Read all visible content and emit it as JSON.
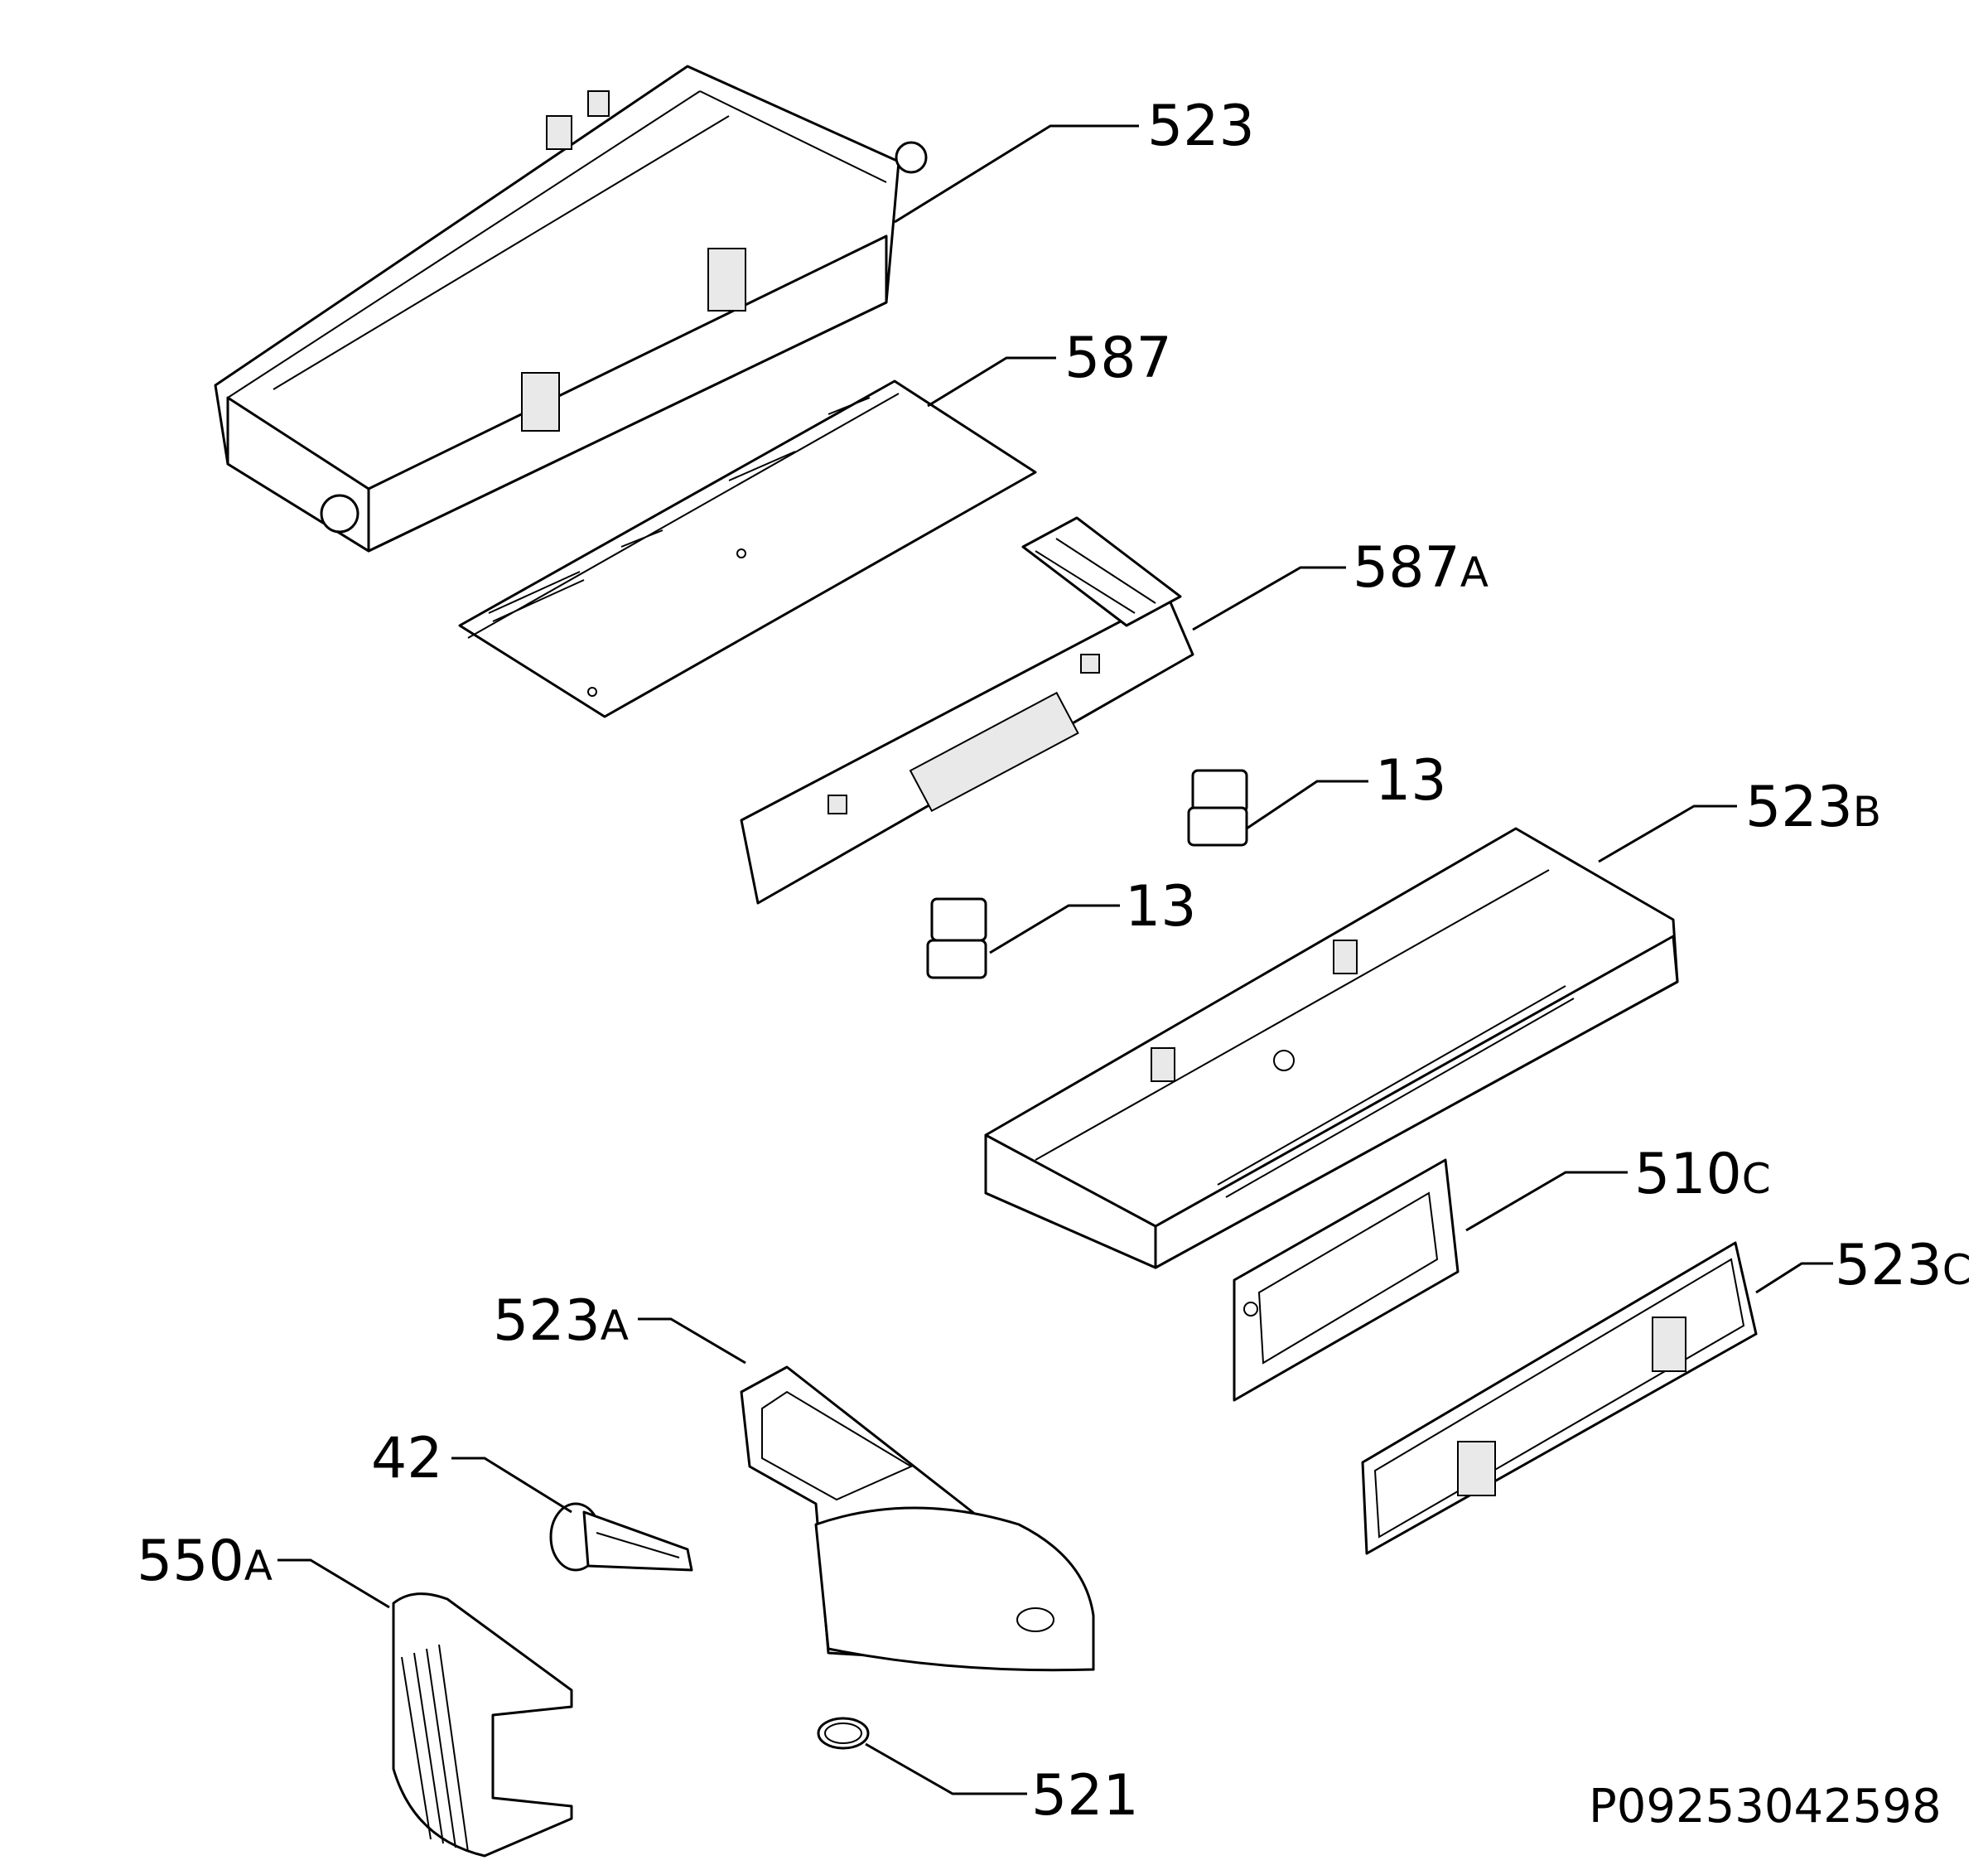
{
  "callouts": [
    {
      "id": "523",
      "number": "523",
      "suffix": ""
    },
    {
      "id": "587",
      "number": "587",
      "suffix": ""
    },
    {
      "id": "587A",
      "number": "587",
      "suffix": "A"
    },
    {
      "id": "13a",
      "number": "13",
      "suffix": ""
    },
    {
      "id": "13b",
      "number": "13",
      "suffix": ""
    },
    {
      "id": "523B",
      "number": "523",
      "suffix": "B"
    },
    {
      "id": "510C",
      "number": "510",
      "suffix": "C"
    },
    {
      "id": "523C",
      "number": "523",
      "suffix": "C"
    },
    {
      "id": "523A",
      "number": "523",
      "suffix": "A"
    },
    {
      "id": "42",
      "number": "42",
      "suffix": ""
    },
    {
      "id": "550A",
      "number": "550",
      "suffix": "A"
    },
    {
      "id": "521",
      "number": "521",
      "suffix": ""
    }
  ],
  "reference_code": "P09253042598"
}
